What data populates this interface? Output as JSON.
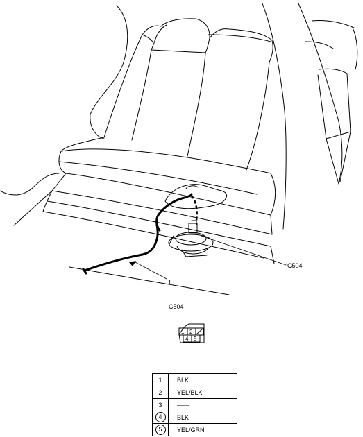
{
  "callouts": {
    "connector_label": "C504",
    "item_number": "1"
  },
  "connector_view": {
    "title": "C504",
    "pins": [
      "1",
      "2",
      "4",
      "5"
    ]
  },
  "pin_table": [
    {
      "pin": "1",
      "color": "BLK",
      "circled": false
    },
    {
      "pin": "2",
      "color": "YEL/BLK",
      "circled": false
    },
    {
      "pin": "3",
      "color": "——",
      "circled": false
    },
    {
      "pin": "4",
      "color": "BLK",
      "circled": true
    },
    {
      "pin": "5",
      "color": "YEL/GRN",
      "circled": true
    }
  ]
}
